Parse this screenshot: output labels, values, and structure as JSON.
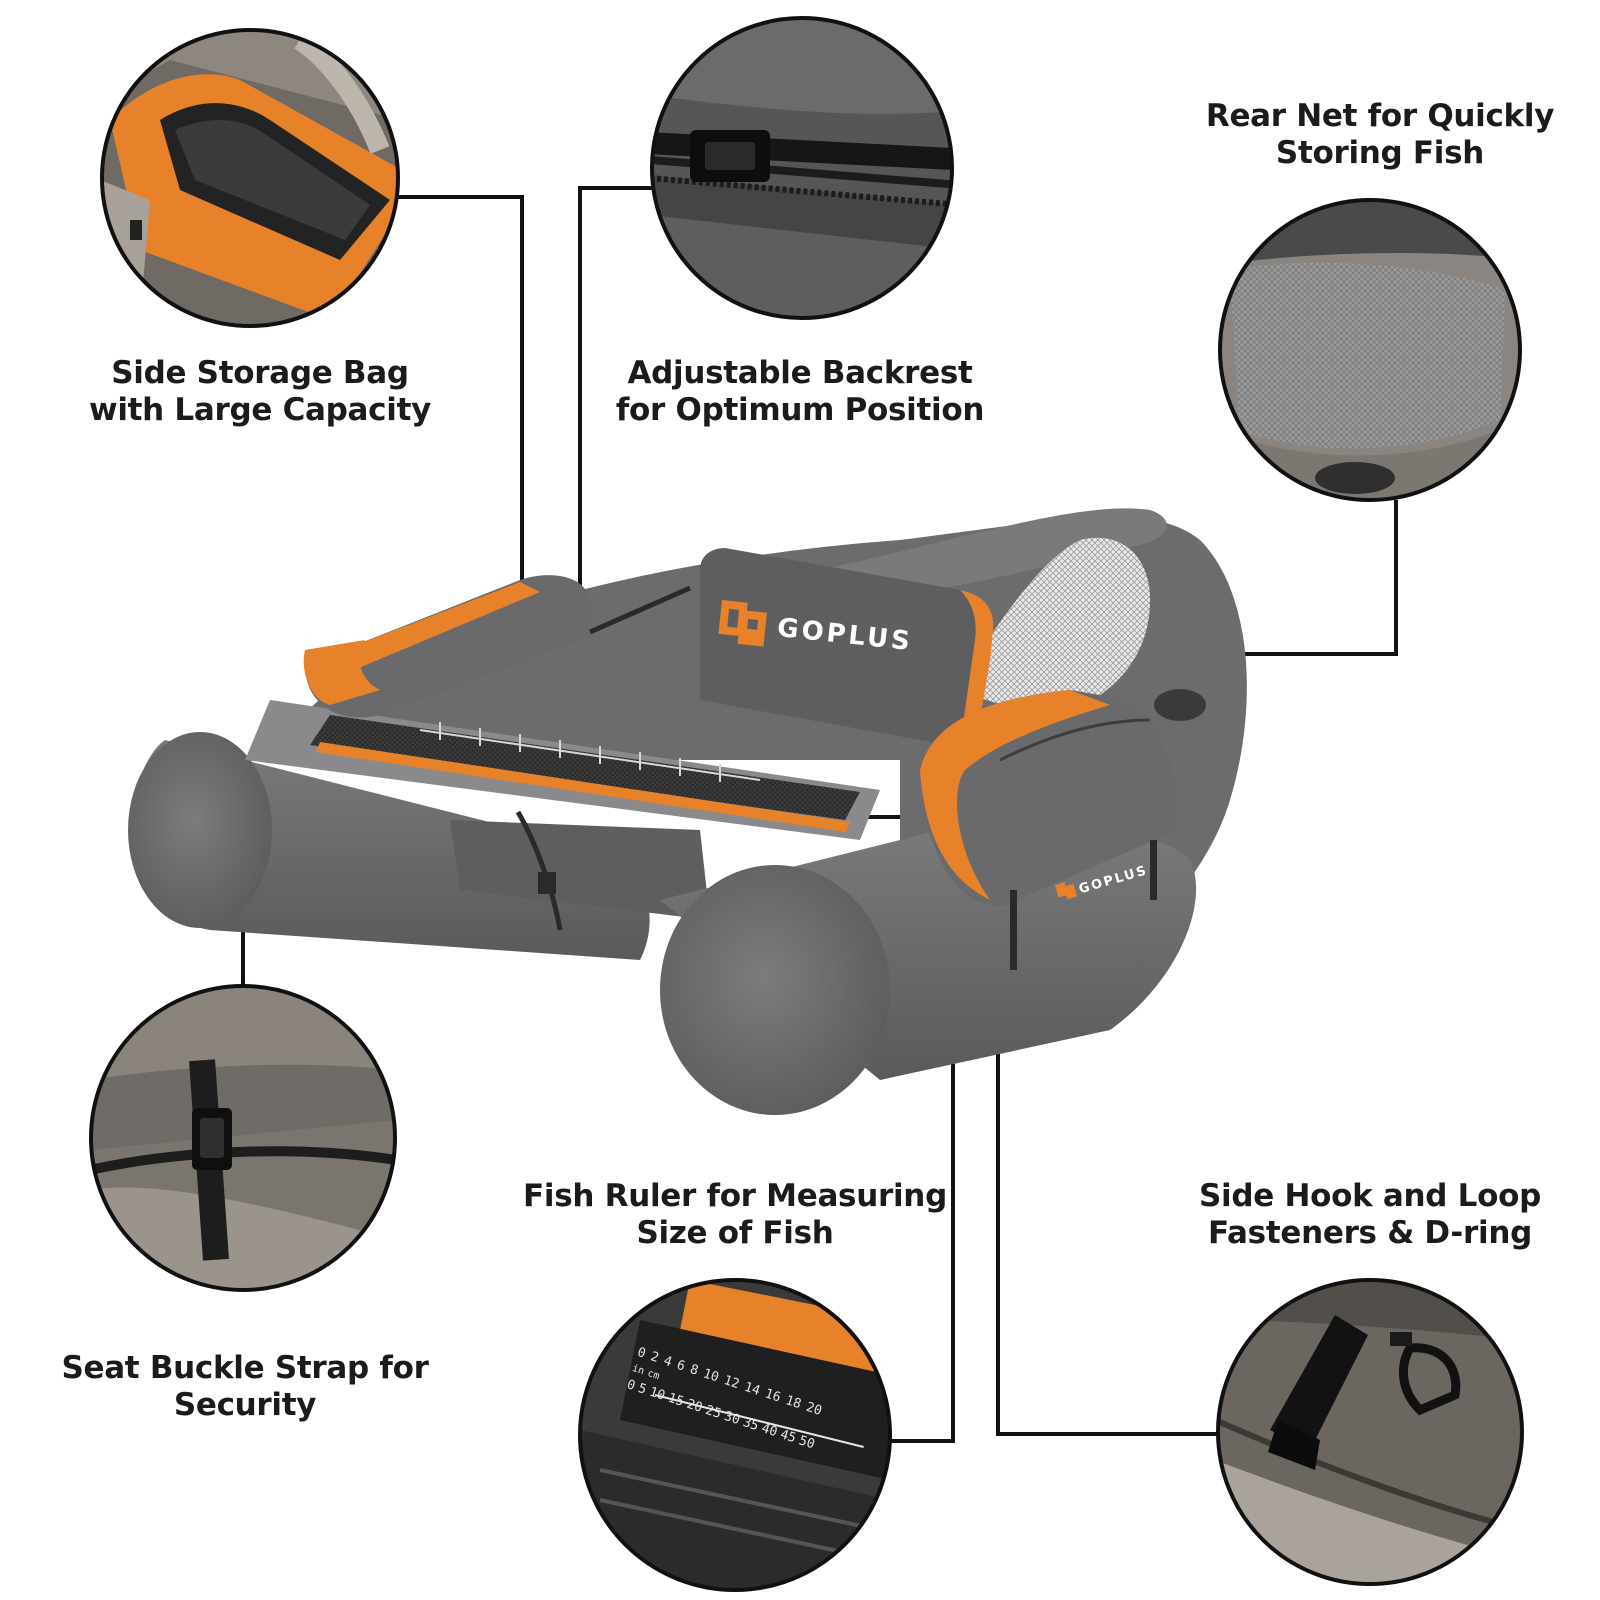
{
  "brand": {
    "name": "GOPLUS",
    "accent_color": "#e8822a",
    "body_color": "#6e6e70"
  },
  "features": [
    {
      "id": "side-storage-bag",
      "lines": [
        "Side Storage Bag",
        "with Large Capacity"
      ],
      "icon": "storage-bag-detail"
    },
    {
      "id": "adjustable-backrest",
      "lines": [
        "Adjustable Backrest",
        "for Optimum Position"
      ],
      "icon": "buckle-strap-detail"
    },
    {
      "id": "rear-net",
      "lines": [
        "Rear Net for Quickly",
        "Storing Fish"
      ],
      "icon": "mesh-net-detail"
    },
    {
      "id": "seat-buckle-strap",
      "lines": [
        "Seat Buckle Strap for",
        "Security"
      ],
      "icon": "seat-buckle-detail"
    },
    {
      "id": "fish-ruler",
      "lines": [
        "Fish Ruler for Measuring",
        "Size of Fish"
      ],
      "icon": "ruler-detail"
    },
    {
      "id": "side-hook-loop",
      "lines": [
        "Side Hook and Loop",
        "Fasteners & D-ring"
      ],
      "icon": "d-ring-detail"
    }
  ],
  "ruler": {
    "top_scale": [
      "0",
      "2",
      "4",
      "6",
      "8",
      "10",
      "12",
      "14",
      "16",
      "18",
      "20"
    ],
    "bottom_scale": [
      "0",
      "5",
      "10",
      "15",
      "20",
      "25",
      "30",
      "35",
      "40",
      "45",
      "50"
    ],
    "unit_top": "in",
    "unit_bottom": "cm"
  }
}
